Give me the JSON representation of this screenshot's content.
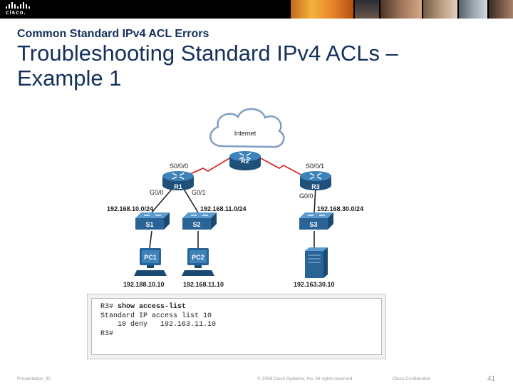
{
  "header": {
    "logo_text": "cisco.",
    "logo_icon": "cisco-bridge-bars-icon"
  },
  "slide": {
    "subtitle": "Common Standard IPv4 ACL Errors",
    "title": "Troubleshooting Standard IPv4 ACLs – Example 1"
  },
  "topology": {
    "cloud_label": "Internet",
    "routers": {
      "r1": "R1",
      "r2": "R2",
      "r3": "R3"
    },
    "switches": {
      "s1": "S1",
      "s2": "S2",
      "s3": "S3"
    },
    "pcs": {
      "pc1": "PC1",
      "pc2": "PC2"
    },
    "interfaces": {
      "r1_serial": "S0/0/0",
      "r3_serial": "S0/0/1",
      "r1_g00": "G0/0",
      "r1_g01": "G0/1",
      "r3_g00": "G0/0"
    },
    "networks": {
      "lan10": "192.168.10.0/24",
      "lan11": "192.168.11.0/24",
      "lan30": "192.168.30.0/24"
    },
    "hosts": {
      "pc1_ip": "192.188.10.10",
      "pc2_ip": "192.168.11.10",
      "server_ip": "192.163.30.10"
    },
    "colors": {
      "device_blue": "#2f6fa3",
      "serial_link": "#d42a2a",
      "cloud_outline": "#7f9fc2"
    }
  },
  "console": {
    "prompt1": "R3#",
    "command": "show access-list",
    "line2": "Standard IP access list 10",
    "line3": "    10 deny   192.163.11.10",
    "prompt2": "R3#"
  },
  "footer": {
    "presentation": "Presentation_ID",
    "copyright": "© 2008 Cisco Systems, Inc. All rights reserved.",
    "confidential": "Cisco Confidential",
    "page": "41"
  }
}
